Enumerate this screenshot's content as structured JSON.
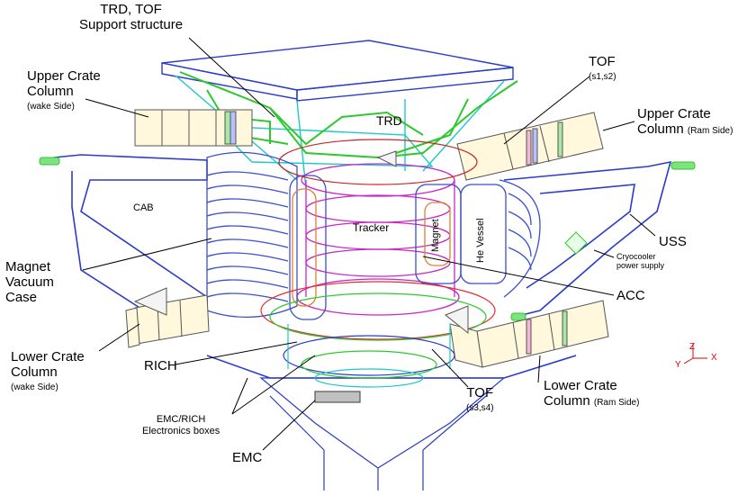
{
  "labels": {
    "trd_tof_support": [
      "TRD, TOF",
      "Support structure"
    ],
    "tof_top": "TOF",
    "tof_top_sub": "(s1,s2)",
    "upper_crate_wake": [
      "Upper Crate",
      "Column"
    ],
    "upper_crate_wake_sub": "(wake Side)",
    "upper_crate_ram": [
      "Upper Crate",
      "Column"
    ],
    "upper_crate_ram_sub": "(Ram Side)",
    "trd": "TRD",
    "cab": "CAB",
    "tracker": "Tracker",
    "magnet": "Magnet",
    "he_vessel": "He Vessel",
    "uss": "USS",
    "cryocooler": [
      "Cryocooler",
      "power supply"
    ],
    "magnet_vacuum_case": [
      "Magnet",
      "Vacuum",
      "Case"
    ],
    "acc": "ACC",
    "lower_crate_wake": [
      "Lower Crate",
      "Column"
    ],
    "lower_crate_wake_sub": "(wake Side)",
    "rich": "RICH",
    "tof_bottom": "TOF",
    "tof_bottom_sub": "(s3,s4)",
    "lower_crate_ram": [
      "Lower Crate",
      "Column"
    ],
    "lower_crate_ram_sub": "(Ram Side)",
    "emc_rich_boxes": [
      "EMC/RICH",
      "Electronics boxes"
    ],
    "emc": "EMC"
  },
  "axes": {
    "z": "Z",
    "y": "Y",
    "x": "X"
  },
  "colors": {
    "structure": "#2a3cc8",
    "support": "#2ec82e",
    "trd_lines": "#1ec8c8",
    "magnet_case": "#3a4ed0",
    "tracker": "#c828c8",
    "crate_fill": "#fff8dc",
    "leader": "#000000",
    "axis": "#e00000"
  }
}
